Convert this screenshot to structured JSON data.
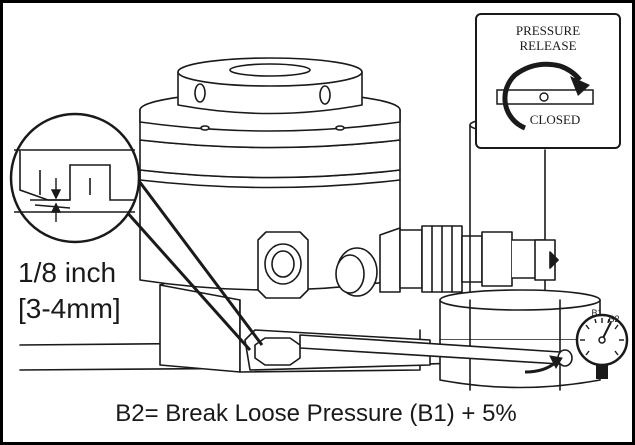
{
  "diagram": {
    "pressure_release_label_line1": "PRESSURE",
    "pressure_release_label_line2": "RELEASE",
    "closed_label": "CLOSED",
    "gap_label_line1": "1/8 inch",
    "gap_label_line2": "[3-4mm]",
    "gauge_label_b1": "B1",
    "gauge_label_b2": "B2",
    "caption": "B2= Break Loose Pressure (B1) + 5%"
  },
  "colors": {
    "line": "#1a1a1a",
    "background": "#ffffff",
    "border": "#000000"
  }
}
